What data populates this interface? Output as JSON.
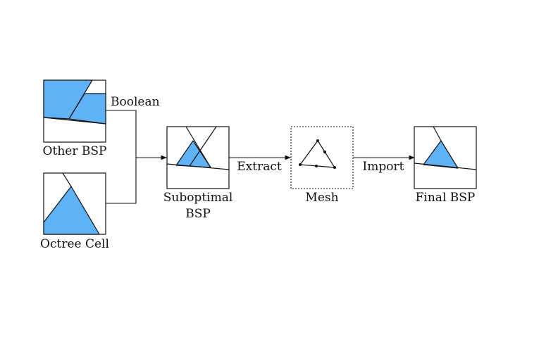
{
  "colors": {
    "fill": "#5eb2f5",
    "line": "#111111"
  },
  "labels": {
    "other_bsp": "Other BSP",
    "octree_cell": "Octree Cell",
    "boolean": "Boolean",
    "suboptimal_line1": "Suboptimal",
    "suboptimal_line2": "BSP",
    "extract": "Extract",
    "mesh": "Mesh",
    "import": "Import",
    "final_bsp": "Final BSP"
  }
}
